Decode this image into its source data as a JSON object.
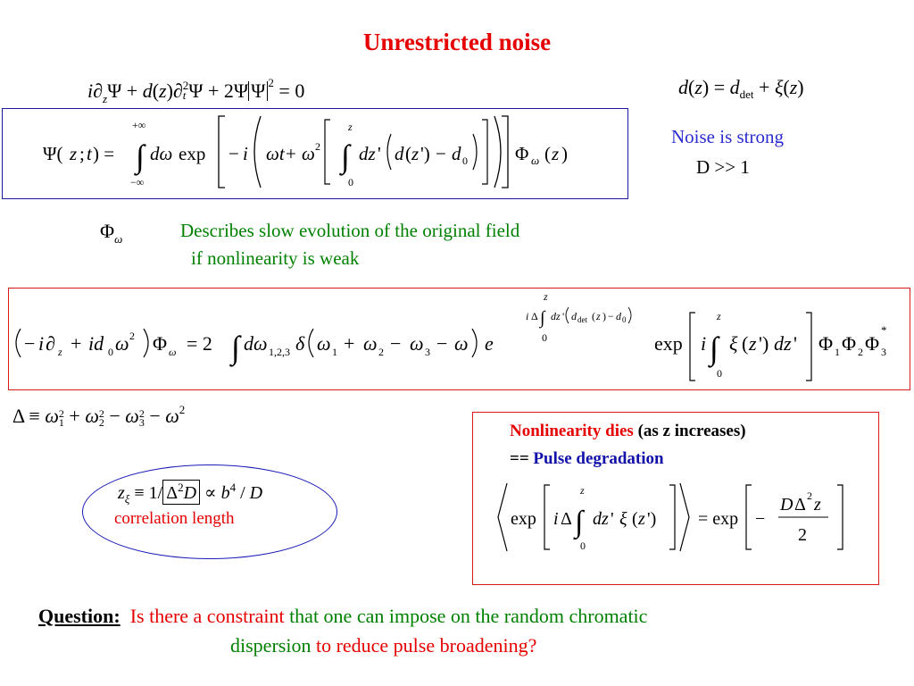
{
  "title": "Unrestricted noise",
  "eq_top_left": "i∂zΨ + d(z)∂t²Ψ + 2Ψ|Ψ|² = 0",
  "eq_top_right": "d(z) = ddet + ξ(z)",
  "eq_box_blue": "Ψ(z;t) = ∫ dω exp[ −i( ωt + ω²[ ∫ dz' ( d(z') − d0 ) ] ) ] Φω(z)",
  "noise_is_strong": "Noise is strong",
  "d_condition": "D >> 1",
  "phi_omega_symbol": "Φω",
  "describes_line1": "Describes slow evolution of the original field",
  "describes_line2": "if nonlinearity is weak",
  "eq_box_red": "(−i∂z + i d0 ω²) Φω = 2 ∫ dω1,2,3 δ(ω1 + ω2 − ω3 − ω) e^{iΔ ∫ dz'( ddet(z) − d0 )} exp[ i ∫ ξ(z') dz' ] Φ1 Φ2 Φ3*",
  "delta_def": "Δ ≡ ω1² + ω2² − ω3² − ω²",
  "z_xi_def": "zξ ≡ 1/[Δ²D] ∝ b⁴ / D",
  "correlation_length": "correlation length",
  "nonlin_dies_red": "Nonlinearity dies",
  "nonlin_dies_black": " (as  z increases)",
  "pulse_prefix": "==",
  "pulse_degradation": "Pulse degradation",
  "eq_average": "⟨ exp[ iΔ ∫ dz' ξ(z') ] ⟩ = exp[ − DΔ²z / 2 ]",
  "question_label": "Question:",
  "question_red": "Is there a constraint",
  "question_green1": " that one can impose on the random chromatic",
  "question_green2": "dispersion",
  "question_red2": " to reduce pulse broadening?",
  "colors": {
    "title": "#e60000",
    "blue_text": "#2b2bd0",
    "green_text": "#008000",
    "navy_text": "#1111aa",
    "blue_border": "#1a1aa6",
    "red_border": "#d91a1a"
  }
}
